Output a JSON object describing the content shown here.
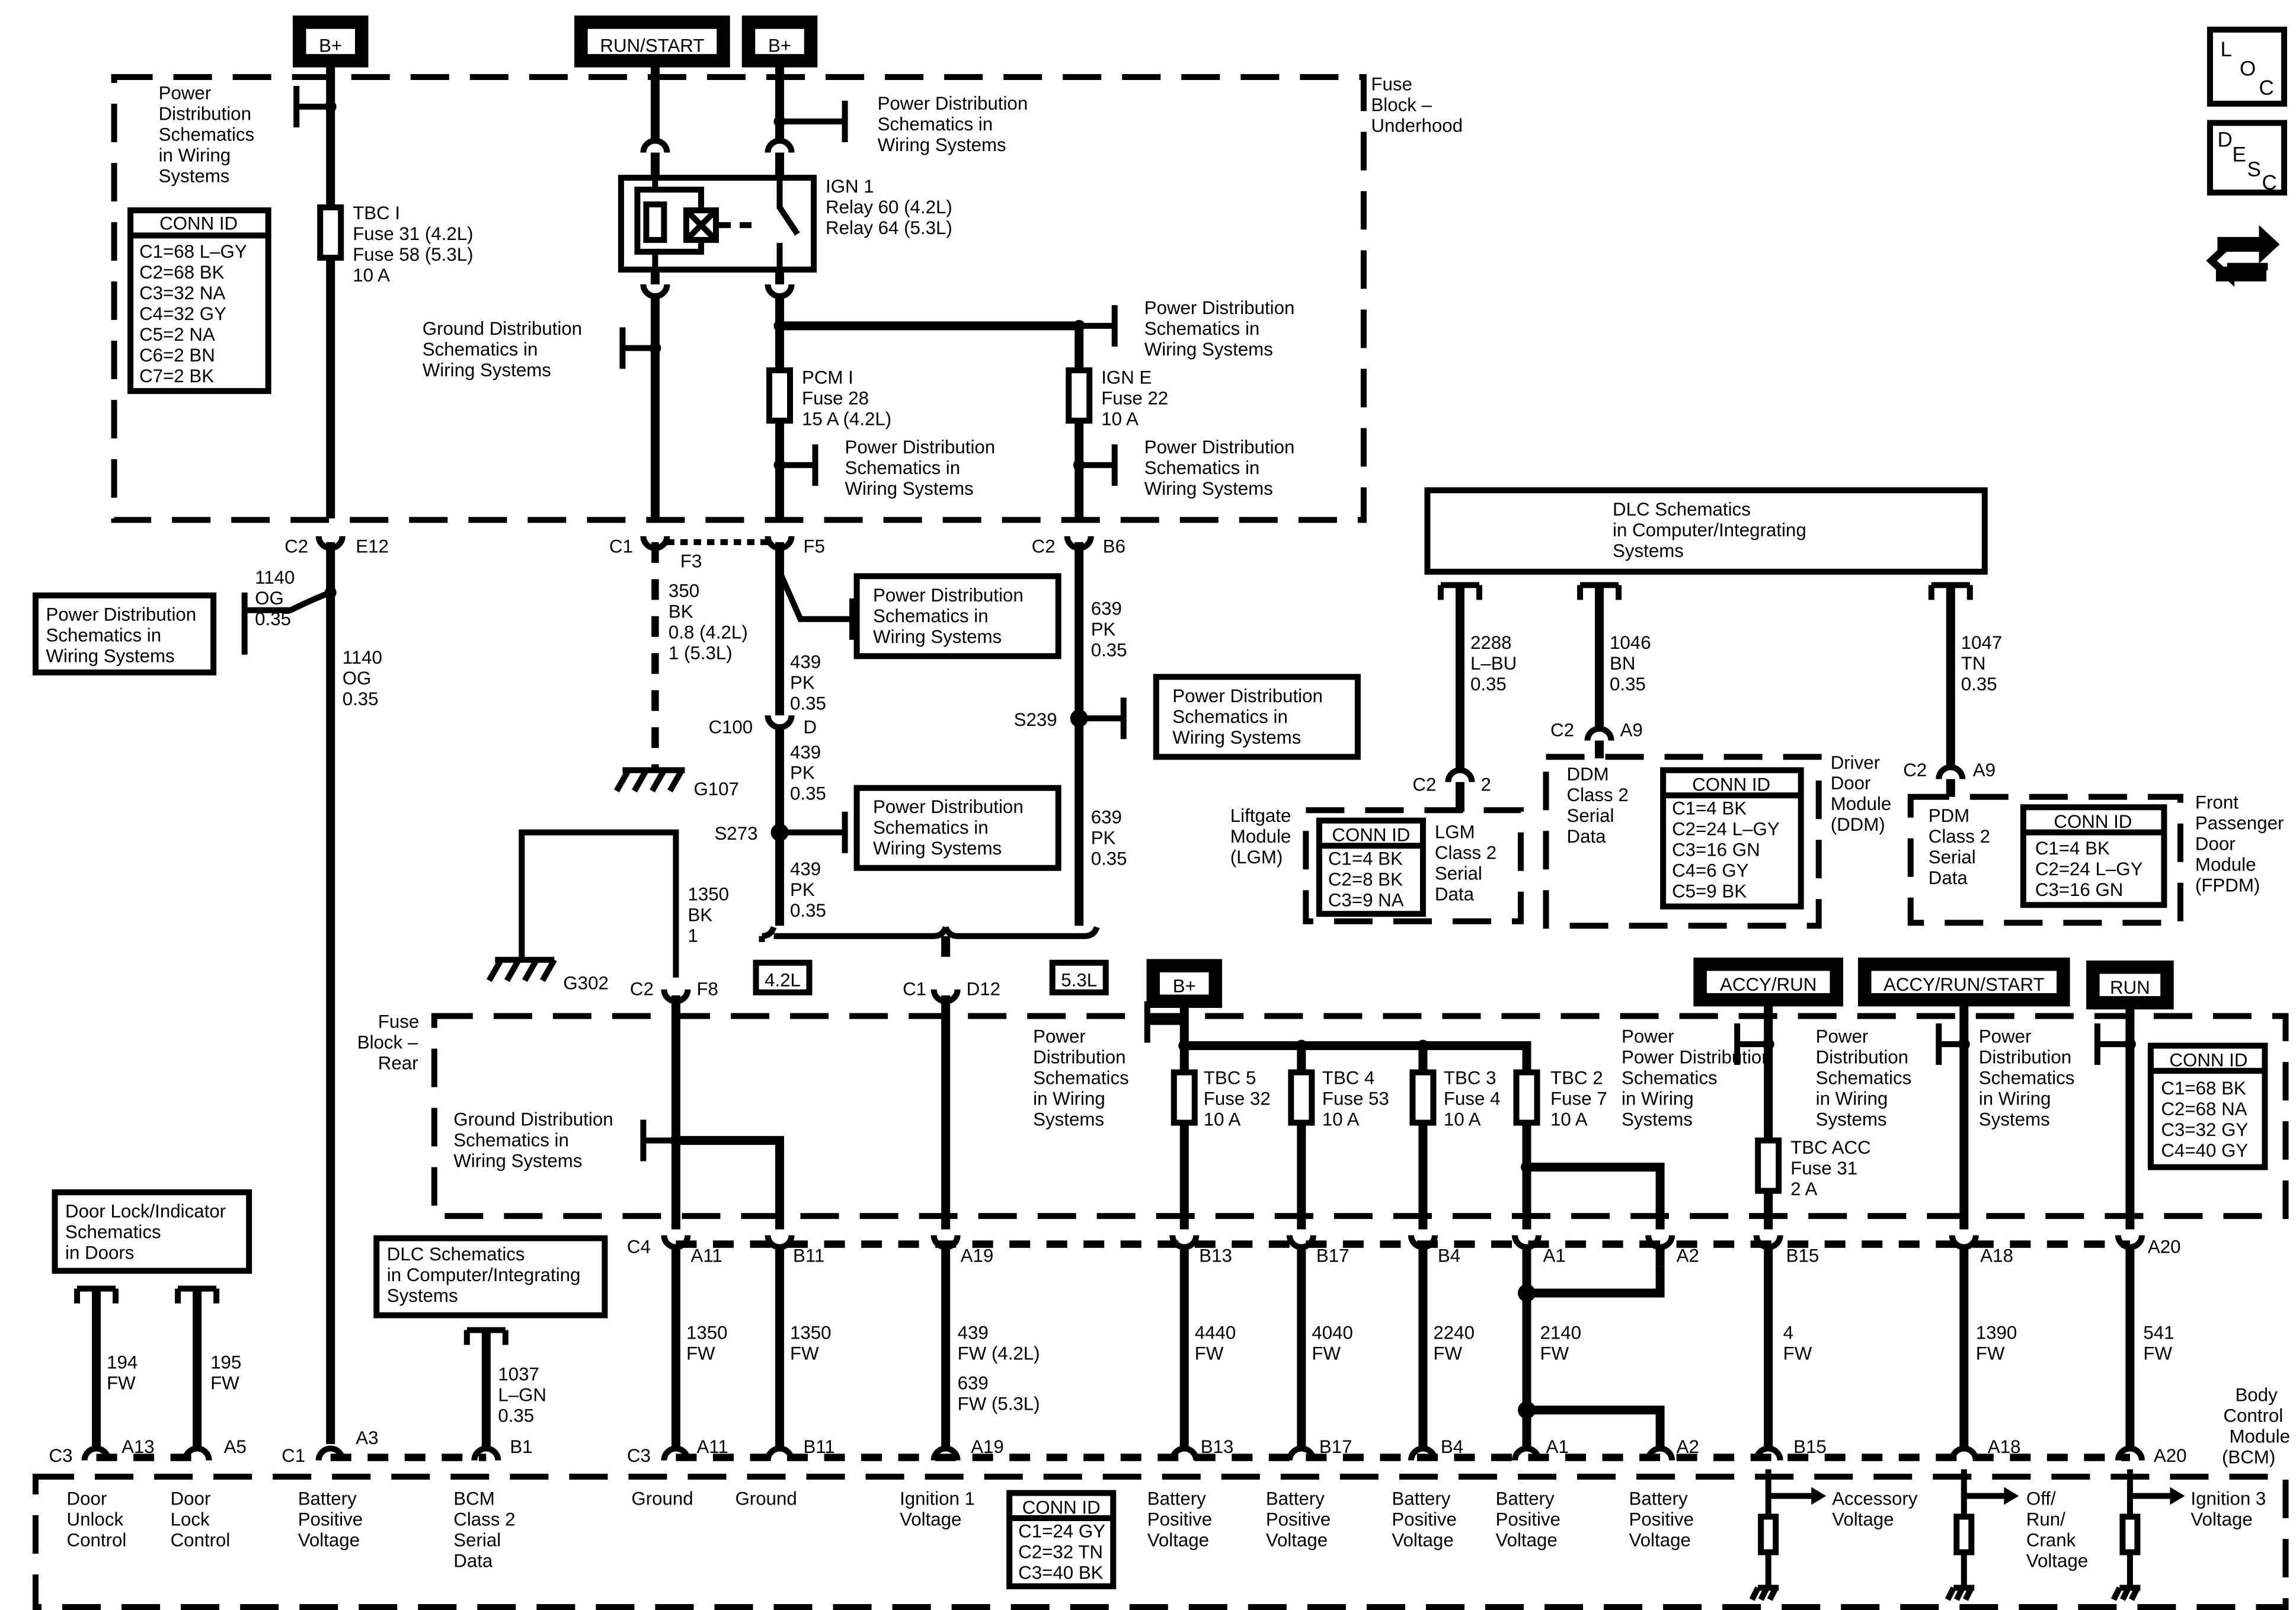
{
  "sources": {
    "bplus_left": "B+",
    "run_start": "RUN/START",
    "bplus_center": "B+",
    "bplus_rear": "B+",
    "accy_run": "ACCY/RUN",
    "accy_run_start": "ACCY/RUN/START",
    "run": "RUN"
  },
  "nav": {
    "loc_l": "L",
    "loc_o": "O",
    "loc_c": "C",
    "desc_d": "D",
    "desc_e": "E",
    "desc_s": "S",
    "desc_c": "C"
  },
  "fuse_block_underhood": [
    "Fuse",
    "Block –",
    "Underhood"
  ],
  "fuse_block_rear": [
    "Fuse",
    "Block –",
    "Rear"
  ],
  "refs": {
    "power_dist": [
      "Power Distribution",
      "Schematics in",
      "Wiring Systems"
    ],
    "power_dist_stacked": [
      "Power",
      "Distribution",
      "Schematics",
      "in Wiring",
      "Systems"
    ],
    "ground_dist": [
      "Ground Distribution",
      "Schematics in",
      "Wiring Systems"
    ],
    "dlc": [
      "DLC Schematics",
      "in Computer/Integrating",
      "Systems"
    ],
    "door_lock": [
      "Door Lock/Indicator",
      "Schematics",
      "in Doors"
    ]
  },
  "conn_tables": {
    "underhood": {
      "title": "CONN ID",
      "rows": [
        "C1=68 L–GY",
        "C2=68 BK",
        "C3=32 NA",
        "C4=32 GY",
        "C5=2 NA",
        "C6=2 BN",
        "C7=2 BK"
      ]
    },
    "rear": {
      "title": "CONN ID",
      "rows": [
        "C1=68 BK",
        "C2=68 NA",
        "C3=32 GY",
        "C4=40 GY"
      ]
    },
    "bcm": {
      "title": "CONN ID",
      "rows": [
        "C1=24 GY",
        "C2=32 TN",
        "C3=40 BK"
      ]
    },
    "lgm": {
      "title": "CONN ID",
      "rows": [
        "C1=4 BK",
        "C2=8 BK",
        "C3=9 NA"
      ]
    },
    "ddm": {
      "title": "CONN ID",
      "rows": [
        "C1=4 BK",
        "C2=24 L–GY",
        "C3=16 GN",
        "C4=6 GY",
        "C5=9 BK"
      ]
    },
    "fpdm": {
      "title": "CONN ID",
      "rows": [
        "C1=4 BK",
        "C2=24 L–GY",
        "C3=16 GN"
      ]
    }
  },
  "fuses": {
    "tbc_i": [
      "TBC I",
      "Fuse 31 (4.2L)",
      "Fuse 58 (5.3L)",
      "10 A"
    ],
    "pcm_i": [
      "PCM I",
      "Fuse 28",
      "15 A (4.2L)"
    ],
    "ign_e": [
      "IGN E",
      "Fuse 22",
      "10 A"
    ],
    "tbc5": [
      "TBC 5",
      "Fuse 32",
      "10 A"
    ],
    "tbc4": [
      "TBC 4",
      "Fuse 53",
      "10 A"
    ],
    "tbc3": [
      "TBC 3",
      "Fuse 4",
      "10 A"
    ],
    "tbc2": [
      "TBC 2",
      "Fuse 7",
      "10 A"
    ],
    "tbc_acc": [
      "TBC ACC",
      "Fuse 31",
      "2 A"
    ]
  },
  "relay": [
    "IGN 1",
    "Relay 60 (4.2L)",
    "Relay 64 (5.3L)"
  ],
  "connectors": {
    "uh_c2": "C2",
    "uh_e12": "E12",
    "uh_c1": "C1",
    "uh_f3": "F3",
    "uh_f5": "F5",
    "uh_c2b": "C2",
    "uh_b6": "B6",
    "c100": "C100",
    "c100_d": "D",
    "s239": "S239",
    "s273": "S273",
    "g107": "G107",
    "g302": "G302",
    "r_c2": "C2",
    "r_f8": "F8",
    "r_c1": "C1",
    "r_d12": "D12",
    "eng42": "4.2L",
    "eng53": "5.3L",
    "c4": "C4",
    "a11": "A11",
    "b11": "B11",
    "a19": "A19",
    "b13": "B13",
    "b17": "B17",
    "b4": "B4",
    "a1": "A1",
    "a2": "A2",
    "b15": "B15",
    "a18": "A18",
    "a20": "A20",
    "bc3": "C3",
    "ba13": "A13",
    "ba5": "A5",
    "bc1": "C1",
    "ba3": "A3",
    "bb1": "B1",
    "bc3b": "C3",
    "ba11": "A11",
    "bb11": "B11",
    "ba19": "A19",
    "bb13": "B13",
    "bb17": "B17",
    "bb4": "B4",
    "ba1": "A1",
    "ba2": "A2",
    "bb15": "B15",
    "ba18": "A18",
    "ba20": "A20",
    "lgm_c2": "C2",
    "lgm_2": "2",
    "ddm_c2": "C2",
    "ddm_a9": "A9",
    "fpdm_c2": "C2",
    "fpdm_a9": "A9"
  },
  "wires": {
    "w1140a": [
      "1140",
      "OG",
      "0.35"
    ],
    "w1140b": [
      "1140",
      "OG",
      "0.35"
    ],
    "w350": [
      "350",
      "BK",
      "0.8 (4.2L)",
      "1 (5.3L)"
    ],
    "w439a": [
      "439",
      "PK",
      "0.35"
    ],
    "w439b": [
      "439",
      "PK",
      "0.35"
    ],
    "w439c": [
      "439",
      "PK",
      "0.35"
    ],
    "w639a": [
      "639",
      "PK",
      "0.35"
    ],
    "w639b": [
      "639",
      "PK",
      "0.35"
    ],
    "w1350": [
      "1350",
      "BK",
      "1"
    ],
    "w2288": [
      "2288",
      "L–BU",
      "0.35"
    ],
    "w1046": [
      "1046",
      "BN",
      "0.35"
    ],
    "w1047": [
      "1047",
      "TN",
      "0.35"
    ],
    "w194": [
      "194",
      "FW"
    ],
    "w195": [
      "195",
      "FW"
    ],
    "w1037": [
      "1037",
      "L–GN",
      "0.35"
    ],
    "w1350fa": [
      "1350",
      "FW"
    ],
    "w1350fb": [
      "1350",
      "FW"
    ],
    "w439fw": [
      "439",
      "FW (4.2L)",
      "639",
      "FW (5.3L)"
    ],
    "w4440": [
      "4440",
      "FW"
    ],
    "w4040": [
      "4040",
      "FW"
    ],
    "w2240": [
      "2240",
      "FW"
    ],
    "w2140": [
      "2140",
      "FW"
    ],
    "w4": [
      "4",
      "FW"
    ],
    "w1390": [
      "1390",
      "FW"
    ],
    "w541": [
      "541",
      "FW"
    ]
  },
  "modules": {
    "lgm_name": [
      "Liftgate",
      "Module",
      "(LGM)"
    ],
    "lgm_sig": [
      "LGM",
      "Class 2",
      "Serial",
      "Data"
    ],
    "ddm_name": [
      "Driver",
      "Door",
      "Module",
      "(DDM)"
    ],
    "ddm_sig": [
      "DDM",
      "Class 2",
      "Serial",
      "Data"
    ],
    "fpdm_name": [
      "Front",
      "Passenger",
      "Door",
      "Module",
      "(FPDM)"
    ],
    "fpdm_sig": [
      "PDM",
      "Class 2",
      "Serial",
      "Data"
    ],
    "bcm_name": [
      "Body",
      "Control",
      "Module",
      "(BCM)"
    ]
  },
  "bcm_pins": {
    "door_unlock": [
      "Door",
      "Unlock",
      "Control"
    ],
    "door_lock": [
      "Door",
      "Lock",
      "Control"
    ],
    "batt_pos": [
      "Battery",
      "Positive",
      "Voltage"
    ],
    "bcm_serial": [
      "BCM",
      "Class 2",
      "Serial",
      "Data"
    ],
    "ground": "Ground",
    "ign1": [
      "Ignition 1",
      "Voltage"
    ],
    "accessory": [
      "Accessory",
      "Voltage"
    ],
    "off_run_crank": [
      "Off/",
      "Run/",
      "Crank",
      "Voltage"
    ],
    "ign3": [
      "Ignition 3",
      "Voltage"
    ]
  }
}
